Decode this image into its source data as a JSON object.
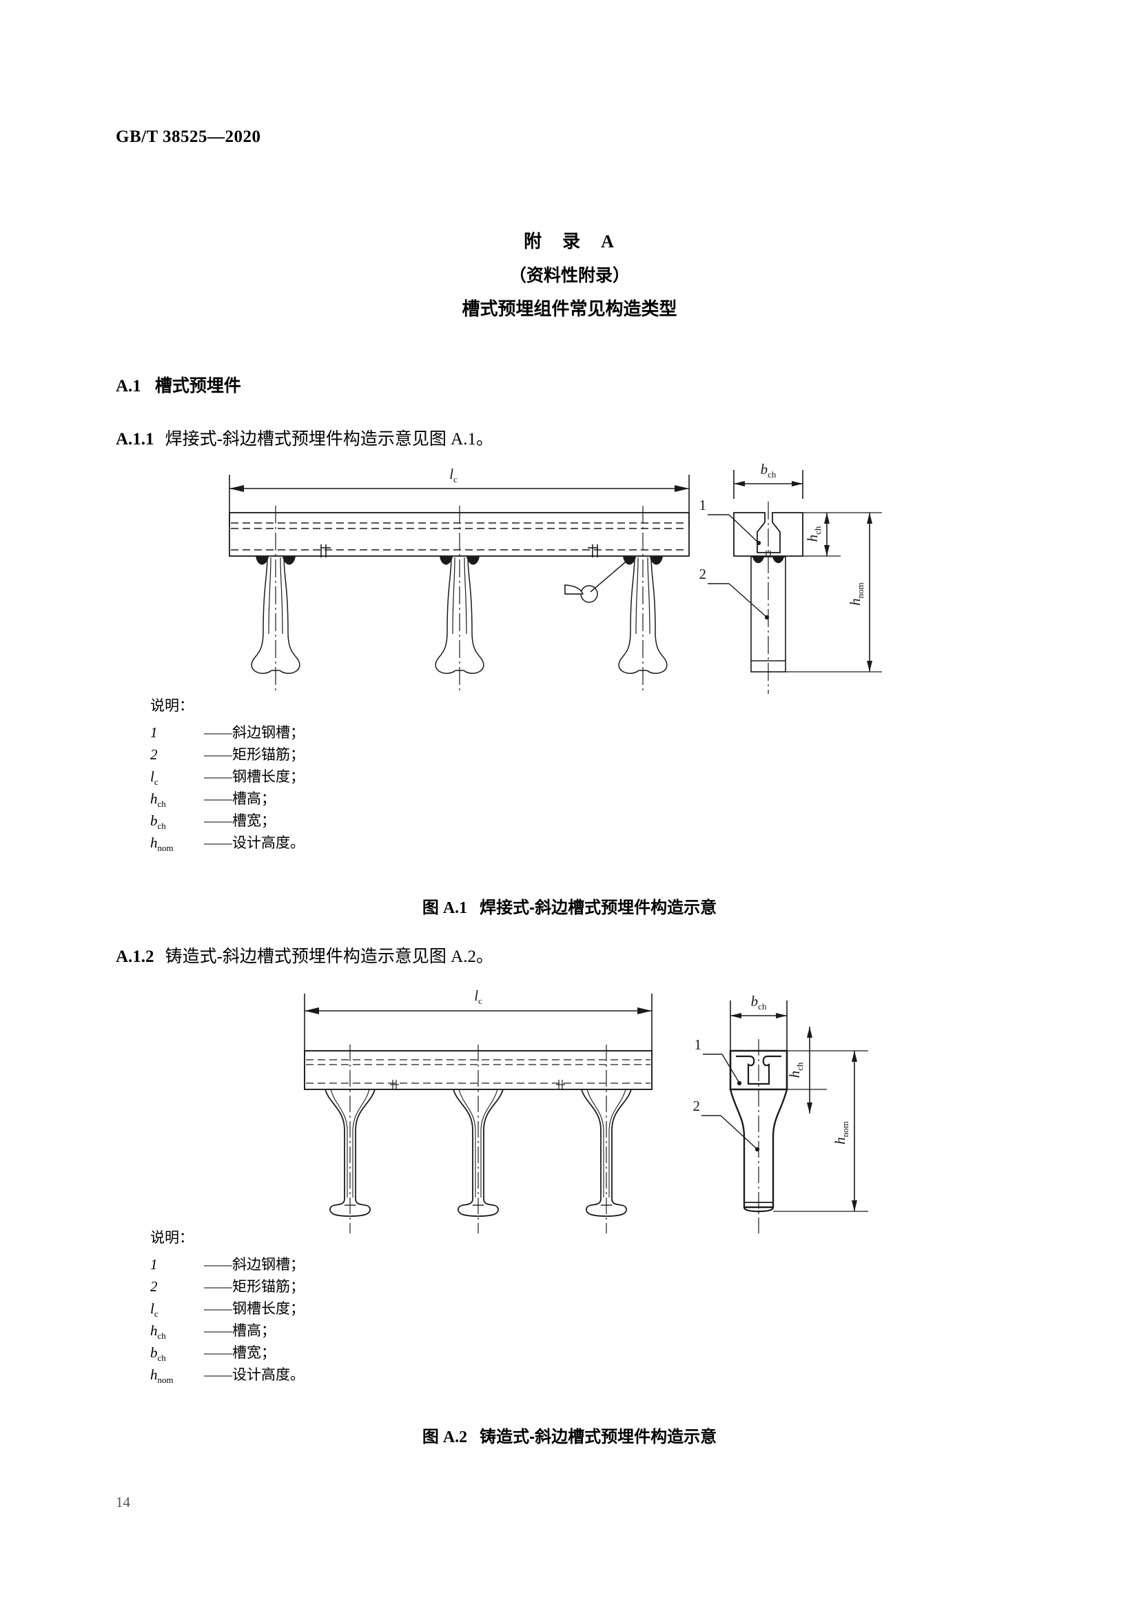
{
  "header": {
    "standard_number": "GB/T 38525—2020"
  },
  "annex": {
    "title": "附　录　A",
    "subtitle": "（资料性附录）",
    "name": "槽式预埋组件常见构造类型"
  },
  "clauses": {
    "a1": {
      "number": "A.1",
      "title": "槽式预埋件"
    },
    "a11": {
      "number": "A.1.1",
      "text": "焊接式-斜边槽式预埋件构造示意见图 A.1。"
    },
    "a12": {
      "number": "A.1.2",
      "text": "铸造式-斜边槽式预埋件构造示意见图 A.2。"
    }
  },
  "figure_a1": {
    "legend_title": "说明：",
    "items": [
      {
        "symbol": "1",
        "sub": "",
        "dash": "——",
        "text": "斜边钢槽；"
      },
      {
        "symbol": "2",
        "sub": "",
        "dash": "——",
        "text": "矩形锚筋；"
      },
      {
        "symbol": "l",
        "sub": "c",
        "dash": "——",
        "text": "钢槽长度；"
      },
      {
        "symbol": "h",
        "sub": "ch",
        "dash": "——",
        "text": "槽高；"
      },
      {
        "symbol": "b",
        "sub": "ch",
        "dash": "——",
        "text": "槽宽；"
      },
      {
        "symbol": "h",
        "sub": "nom",
        "dash": "——",
        "text": "设计高度。"
      }
    ],
    "caption_number": "图 A.1",
    "caption_text": "焊接式-斜边槽式预埋件构造示意",
    "dimensions": {
      "length": "l",
      "length_sub": "c",
      "width": "b",
      "width_sub": "ch",
      "channel_height": "h",
      "channel_height_sub": "ch",
      "nominal_height": "h",
      "nominal_height_sub": "nom"
    },
    "callouts": {
      "one": "1",
      "two": "2"
    },
    "anchor_count": 3,
    "weld_symbol": "fillet-weld-all-around"
  },
  "figure_a2": {
    "legend_title": "说明：",
    "items": [
      {
        "symbol": "1",
        "sub": "",
        "dash": "——",
        "text": "斜边钢槽；"
      },
      {
        "symbol": "2",
        "sub": "",
        "dash": "——",
        "text": "矩形锚筋；"
      },
      {
        "symbol": "l",
        "sub": "c",
        "dash": "——",
        "text": "钢槽长度；"
      },
      {
        "symbol": "h",
        "sub": "ch",
        "dash": "——",
        "text": "槽高；"
      },
      {
        "symbol": "b",
        "sub": "ch",
        "dash": "——",
        "text": "槽宽；"
      },
      {
        "symbol": "h",
        "sub": "nom",
        "dash": "——",
        "text": "设计高度。"
      }
    ],
    "caption_number": "图 A.2",
    "caption_text": "铸造式-斜边槽式预埋件构造示意",
    "dimensions": {
      "length": "l",
      "length_sub": "c",
      "width": "b",
      "width_sub": "ch",
      "channel_height": "h",
      "channel_height_sub": "ch",
      "nominal_height": "h",
      "nominal_height_sub": "nom"
    },
    "callouts": {
      "one": "1",
      "two": "2"
    },
    "anchor_count": 3
  },
  "footer": {
    "page_number": "14"
  },
  "colors": {
    "ink": "#000000",
    "paper": "#ffffff",
    "page_number": "#555555"
  }
}
